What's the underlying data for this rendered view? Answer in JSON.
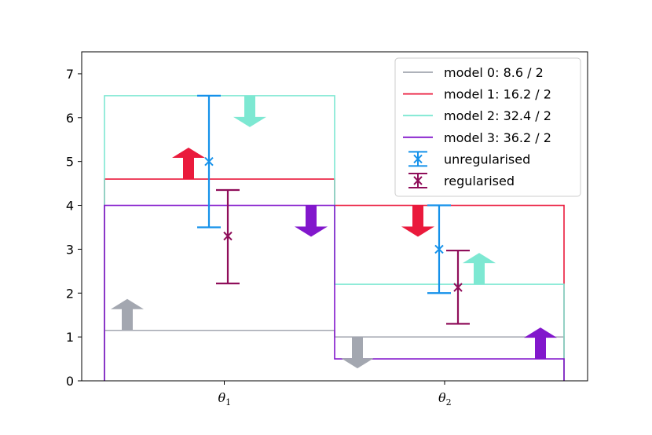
{
  "chart_data": {
    "type": "step",
    "categories": [
      {
        "symbol": "θ",
        "sub": "1"
      },
      {
        "symbol": "θ",
        "sub": "2"
      }
    ],
    "y_ticks": [
      "0",
      "1",
      "2",
      "3",
      "4",
      "5",
      "6",
      "7"
    ],
    "ylim": [
      0,
      7.5
    ],
    "grid": false,
    "legend_position": "top-right",
    "models": [
      {
        "label": "model 0: 8.6 / 2",
        "color": "#a3a7b0",
        "values": [
          1.15,
          1.0
        ],
        "arrows": [
          "up",
          "down"
        ]
      },
      {
        "label": "model 1: 16.2 / 2",
        "color": "#ea1a3c",
        "values": [
          4.6,
          4.0
        ],
        "arrows": [
          "up",
          "down"
        ]
      },
      {
        "label": "model 2: 32.4 / 2",
        "color": "#7de8d2",
        "values": [
          6.5,
          2.2
        ],
        "arrows": [
          "down",
          "up"
        ]
      },
      {
        "label": "model 3: 36.2 / 2",
        "color": "#8217cc",
        "values": [
          4.0,
          0.5
        ],
        "arrows": [
          "down",
          "up"
        ]
      }
    ],
    "estimates": [
      {
        "label": "unregularised",
        "color": "#1591ea",
        "values": [
          5.0,
          3.0
        ],
        "lower": [
          3.5,
          2.0
        ],
        "upper": [
          6.5,
          4.0
        ]
      },
      {
        "label": "regularised",
        "color": "#8f0e5a",
        "values": [
          3.3,
          2.13
        ],
        "lower": [
          2.22,
          1.3
        ],
        "upper": [
          4.35,
          2.97
        ]
      }
    ]
  }
}
